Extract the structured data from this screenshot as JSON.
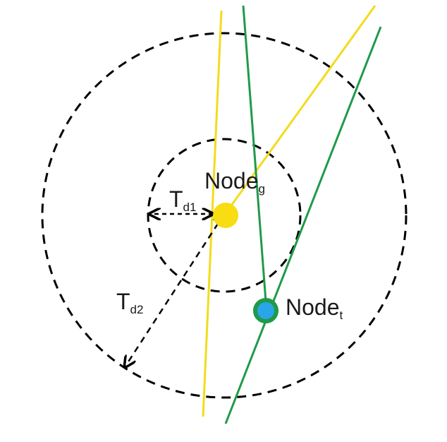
{
  "labels": {
    "node_g": {
      "main": "Node",
      "sub": "g"
    },
    "node_t": {
      "main": "Node",
      "sub": "t"
    },
    "td1": {
      "main": "T",
      "sub": "d1"
    },
    "td2": {
      "main": "T",
      "sub": "d2"
    }
  },
  "colors": {
    "yellow_line": "#f2dc1c",
    "green_line": "#1f9a4a",
    "node_g_fill": "#f7dd12",
    "node_t_fill": "#2aa6e8",
    "node_t_stroke": "#1f9a4a",
    "circle_stroke": "#000000"
  }
}
